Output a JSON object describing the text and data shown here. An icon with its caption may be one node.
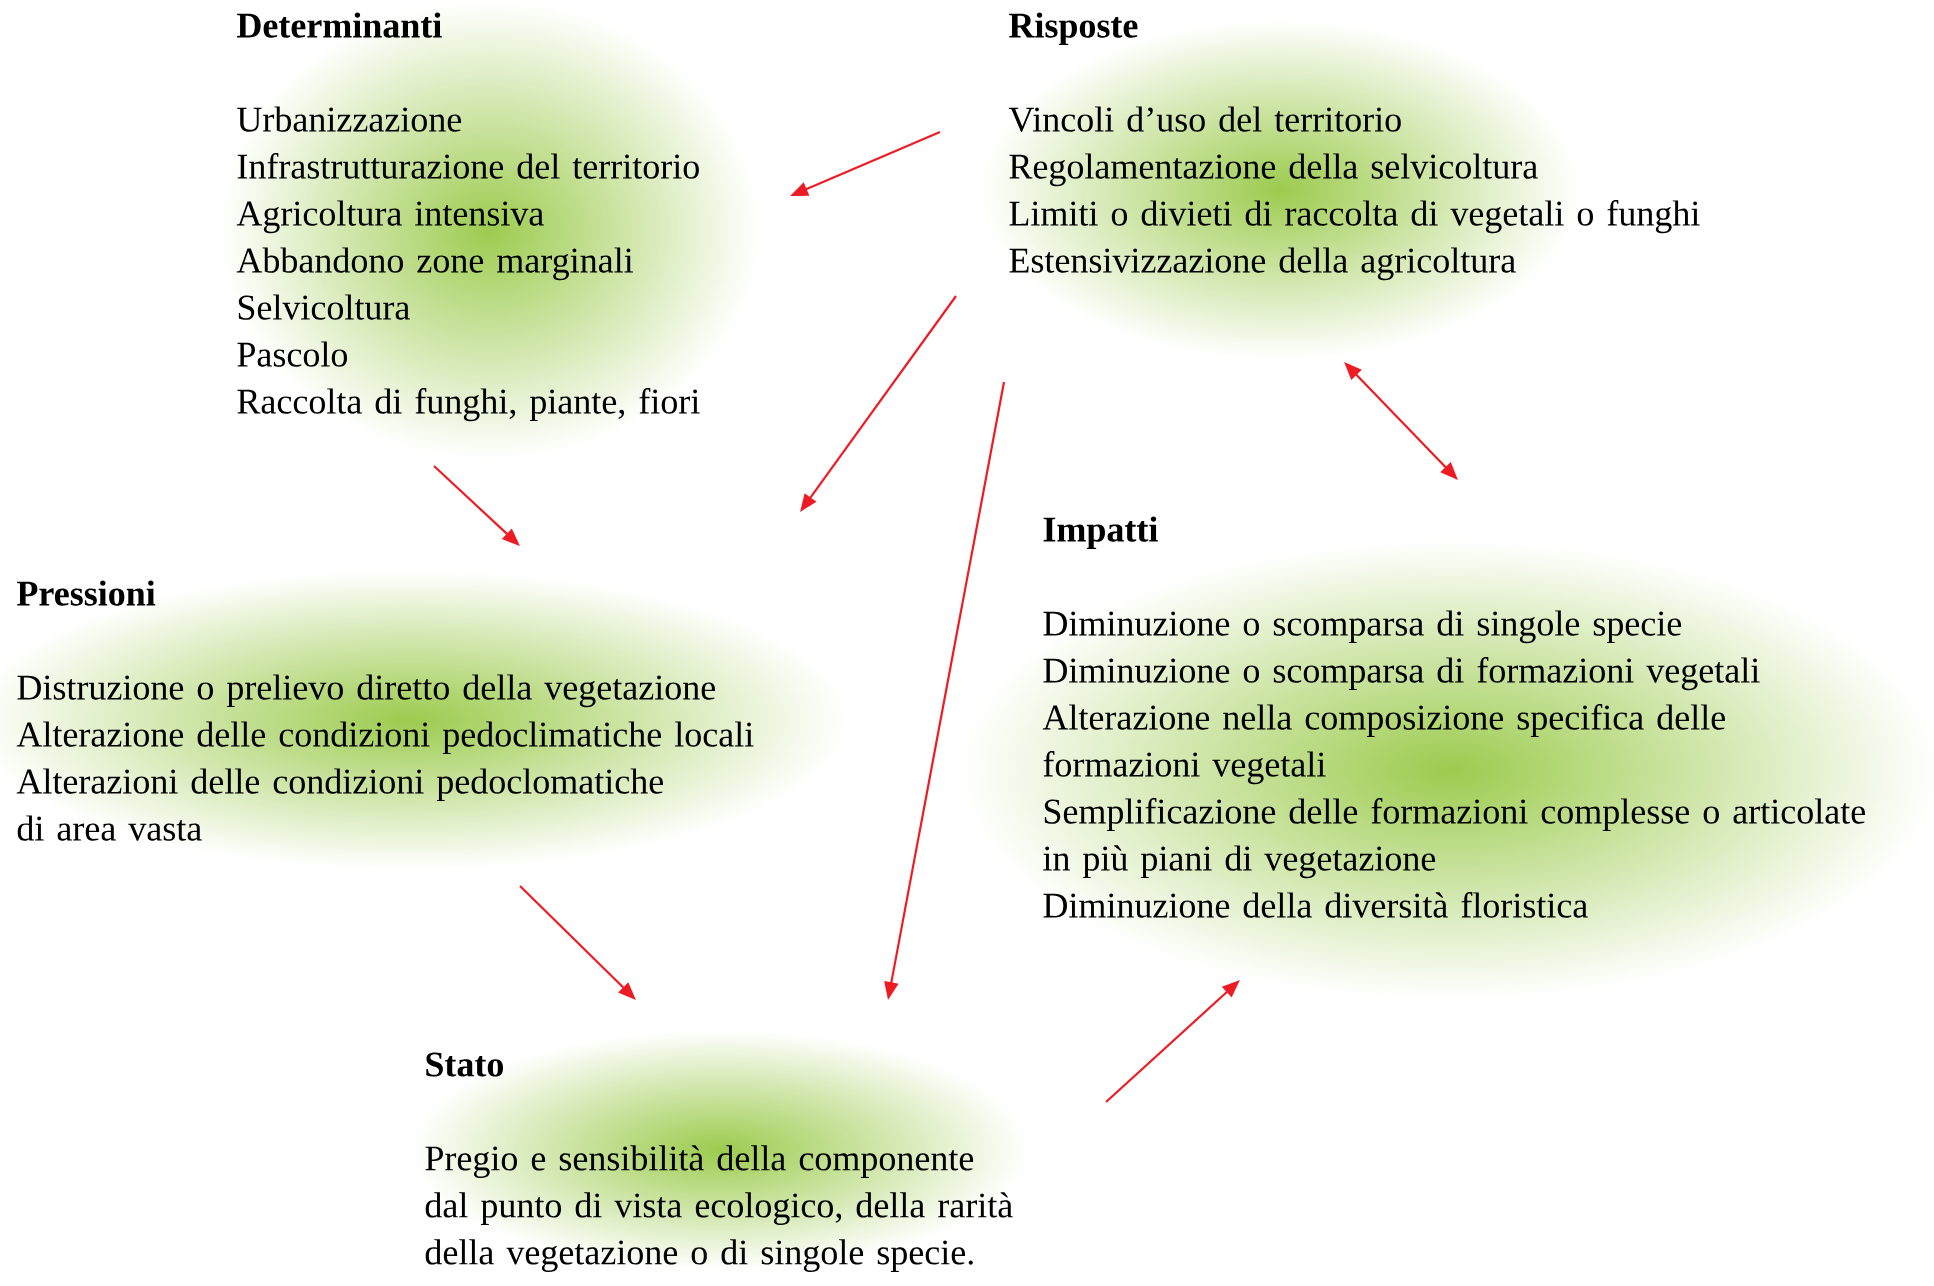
{
  "diagram": {
    "nodes": [
      {
        "text": [
          "Determinanti",
          "Urbanizzazione",
          "Infrastrutturazione del territorio",
          "Agricoltura intensiva",
          "Abbandono zone marginali",
          "Selvicoltura",
          "Pascolo",
          "Raccolta di funghi, piante, fiori"
        ]
      },
      {
        "text": [
          "Risposte",
          "Vincoli d’uso del territorio",
          "Regolamentazione della selvicoltura",
          "Limiti o divieti di raccolta di vegetali o funghi",
          "Estensivizzazione della agricoltura"
        ]
      },
      {
        "text": [
          "Pressioni",
          "Distruzione o prelievo diretto della vegetazione",
          "Alterazione delle condizioni pedoclimatiche locali",
          "Alterazioni delle condizioni pedoclomatiche di area vasta"
        ]
      },
      {
        "text": [
          "Impatti",
          "Diminuzione o scomparsa di singole specie",
          "Diminuzione o scomparsa di formazioni vegetali",
          "Alterazione nella composizione specifica delle formazioni vegetali",
          "Semplificazione delle formazioni complesse o articolate in più piani di vegetazione",
          "Diminuzione della diversità floristica"
        ]
      },
      {
        "text": [
          "Stato",
          "Pregio e sensibilità della componente dal punto di vista ecologico, della rarità della vegetazione o di singole specie."
        ]
      }
    ],
    "edges": [
      {
        "from": 1,
        "to": 0,
        "arrow": "to"
      },
      {
        "from": 0,
        "to": 2,
        "arrow": "to"
      },
      {
        "from": 1,
        "to": 2,
        "arrow": "to"
      },
      {
        "from": 1,
        "to": 4,
        "arrow": "to"
      },
      {
        "from": 2,
        "to": 4,
        "arrow": "to"
      },
      {
        "from": 4,
        "to": 3,
        "arrow": "to"
      },
      {
        "from": 1,
        "to": 3,
        "arrow": "both"
      }
    ]
  }
}
